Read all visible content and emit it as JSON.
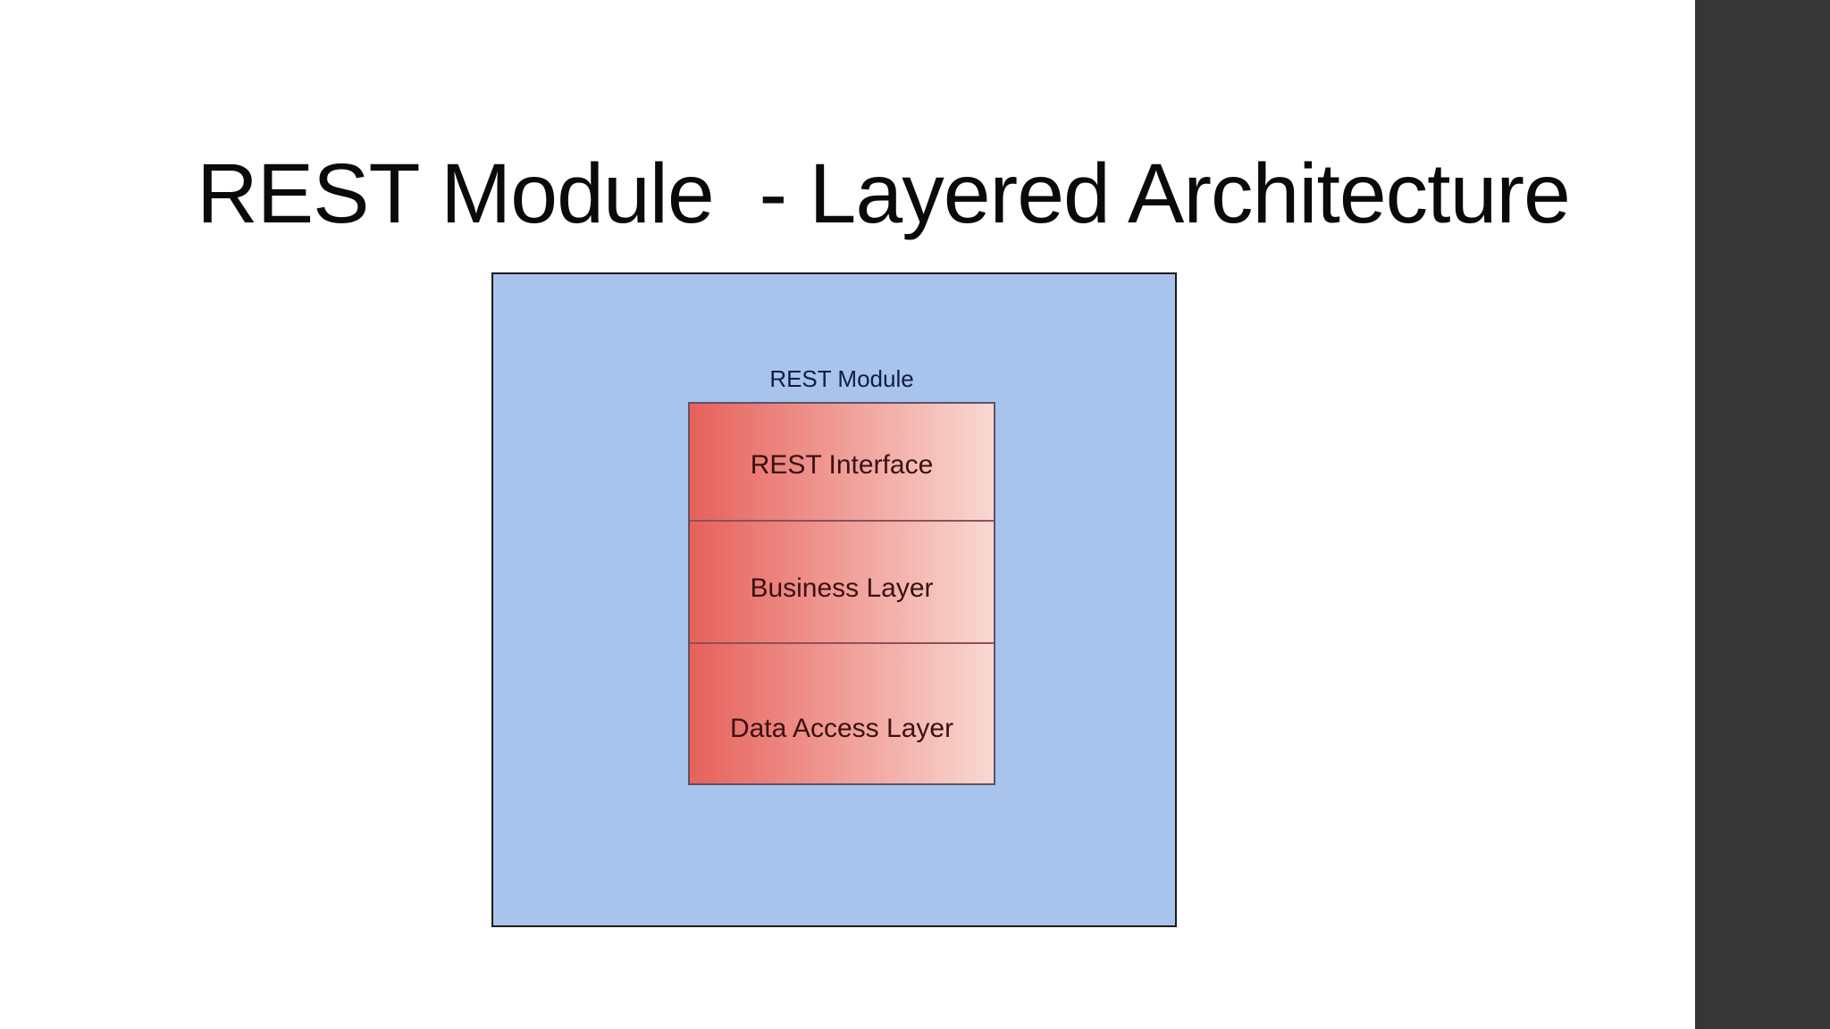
{
  "slide": {
    "title": "REST Module  - Layered Architecture",
    "diagram": {
      "container_label": "REST Module",
      "layers": [
        {
          "label": "REST Interface"
        },
        {
          "label": "Business Layer"
        },
        {
          "label": "Data Access Layer"
        }
      ],
      "colors": {
        "container_fill": "#a8c3ec",
        "container_border": "#1b1b1b",
        "container_label_text": "#101d42",
        "layer_gradient_start": "#e7615b",
        "layer_gradient_end": "#f9d8d2",
        "layer_border": "#5c5368",
        "layer_divider": "#8c5058",
        "layer_text": "#3a1111"
      }
    },
    "sidebar_color": "#363636"
  }
}
